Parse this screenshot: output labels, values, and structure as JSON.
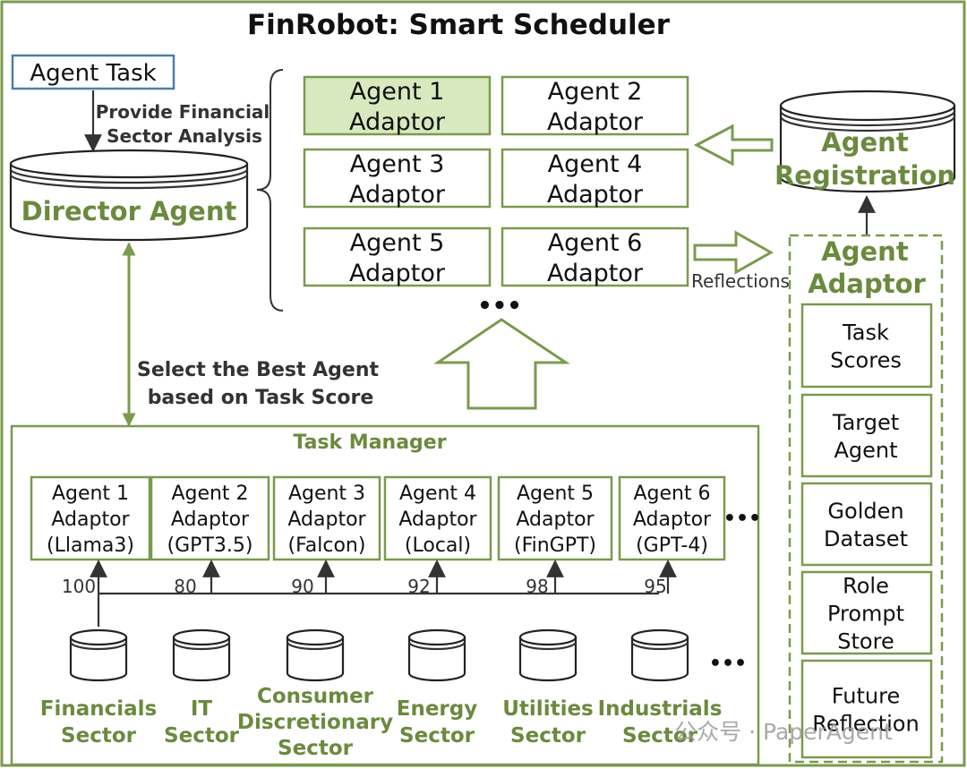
{
  "title": "FinRobot: Smart Scheduler",
  "agent_task": "Agent Task",
  "provide_label": [
    "Provide Financial",
    "Sector Analysis"
  ],
  "director_agent": "Director Agent",
  "select_label": [
    "Select the Best Agent",
    "based on Task Score"
  ],
  "adaptor_grid": [
    {
      "line1": "Agent 1",
      "line2": "Adaptor",
      "highlight": true
    },
    {
      "line1": "Agent 2",
      "line2": "Adaptor",
      "highlight": false
    },
    {
      "line1": "Agent 3",
      "line2": "Adaptor",
      "highlight": false
    },
    {
      "line1": "Agent 4",
      "line2": "Adaptor",
      "highlight": false
    },
    {
      "line1": "Agent 5",
      "line2": "Adaptor",
      "highlight": false
    },
    {
      "line1": "Agent 6",
      "line2": "Adaptor",
      "highlight": false
    }
  ],
  "ellipsis": "•••",
  "agent_registration": [
    "Agent",
    "Registration"
  ],
  "reflections": "Reflections",
  "agent_adaptor_panel": {
    "title": [
      "Agent",
      "Adaptor"
    ],
    "items": [
      [
        "Task",
        "Scores"
      ],
      [
        "Target",
        "Agent"
      ],
      [
        "Golden",
        "Dataset"
      ],
      [
        "Role",
        "Prompt",
        "Store"
      ],
      [
        "Future",
        "Reflection"
      ]
    ]
  },
  "task_manager": {
    "title": "Task Manager",
    "agents": [
      {
        "line1": "Agent 1",
        "line2": "Adaptor",
        "model": "(Llama3)",
        "score": "100"
      },
      {
        "line1": "Agent 2",
        "line2": "Adaptor",
        "model": "(GPT3.5)",
        "score": "80"
      },
      {
        "line1": "Agent 3",
        "line2": "Adaptor",
        "model": "(Falcon)",
        "score": "90"
      },
      {
        "line1": "Agent 4",
        "line2": "Adaptor",
        "model": "(Local)",
        "score": "92"
      },
      {
        "line1": "Agent 5",
        "line2": "Adaptor",
        "model": "(FinGPT)",
        "score": "98"
      },
      {
        "line1": "Agent 6",
        "line2": "Adaptor",
        "model": "(GPT-4)",
        "score": "95"
      }
    ],
    "sectors": [
      [
        "Financials",
        "Sector"
      ],
      [
        "IT",
        "Sector"
      ],
      [
        "Consumer",
        "Discretionary",
        "Sector"
      ],
      [
        "Energy",
        "Sector"
      ],
      [
        "Utilities",
        "Sector"
      ],
      [
        "Industrials",
        "Sector"
      ]
    ]
  },
  "watermark": "公众号 · PaperAgent",
  "colors": {
    "green": "#7a9a4e",
    "green_text": "#6a8a3e",
    "highlight": "#d8e9bf"
  }
}
